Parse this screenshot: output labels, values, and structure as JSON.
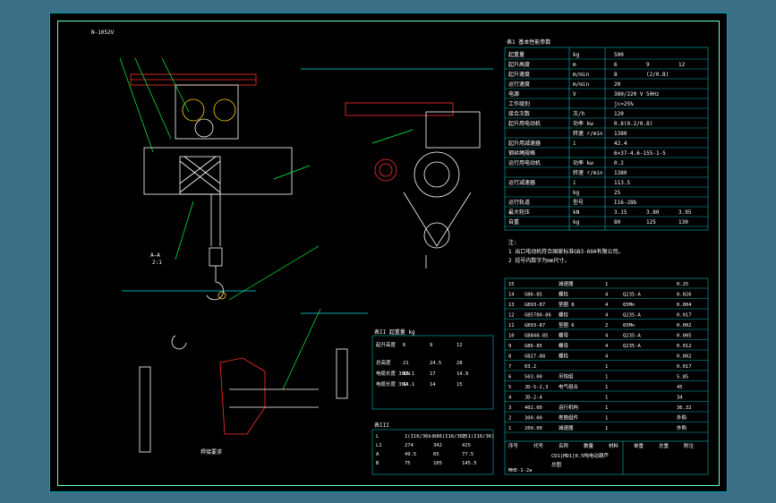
{
  "drawing_code": "N-1052V",
  "spec_table": {
    "title": "表1 基本性能参数",
    "rows": [
      [
        "起重量",
        "kg",
        "500"
      ],
      [
        "起升高度",
        "m",
        "6",
        "9",
        "12"
      ],
      [
        "起升速度",
        "m/min",
        "8",
        "(2/0.8)"
      ],
      [
        "运行速度",
        "m/min",
        "20"
      ],
      [
        "电源",
        "V",
        "380/220 V",
        "50Hz"
      ],
      [
        "工作级别",
        "",
        "jc=25%"
      ],
      [
        "接合次数",
        "次/h",
        "120"
      ],
      [
        "起升用电动机",
        "功率 kw",
        "0.8(0.2/0.8)"
      ],
      [
        "",
        "转速 r/min",
        "1380"
      ],
      [
        "起升用减速器",
        "i",
        "42.4"
      ],
      [
        "钢丝绳规格",
        "",
        "6×37-4.6-155-1-5"
      ],
      [
        "运行用电动机",
        "功率 kw",
        "0.2"
      ],
      [
        "",
        "转速 r/min",
        "1380"
      ],
      [
        "运行减速器",
        "i",
        "113.5"
      ],
      [
        "",
        "kg",
        "25"
      ],
      [
        "运行轨道",
        "型号",
        "I16-28b"
      ],
      [
        "最大轮压",
        "kN",
        "3.15",
        "3.80",
        "3.95"
      ],
      [
        "自重",
        "kg",
        "80",
        "125",
        "130"
      ]
    ]
  },
  "notes": [
    "注:",
    "1 出口电动机符合国家标准GB3-60A有限公司。",
    "2 括号内数字为mm尺寸。"
  ],
  "parts_list": [
    [
      "15",
      "",
      "减速器",
      "1",
      "",
      "0.25"
    ],
    [
      "14",
      "GB6-85",
      "螺栓",
      "4",
      "Q235-A",
      "0.026"
    ],
    [
      "13",
      "GB93-87",
      "垫圈 8",
      "4",
      "65Mn",
      "0.004"
    ],
    [
      "12",
      "GB5780-86",
      "螺栓",
      "4",
      "Q235-A",
      "0.017"
    ],
    [
      "11",
      "GB93-87",
      "垫圈 6",
      "2",
      "65Mn",
      "0.002"
    ],
    [
      "10",
      "GB848-85",
      "螺母",
      "4",
      "Q235-A",
      "0.005"
    ],
    [
      "9",
      "GB6-85",
      "螺母",
      "4",
      "Q235-A",
      "0.012"
    ],
    [
      "8",
      "GB27-88",
      "螺栓",
      "4",
      "",
      "0.002"
    ],
    [
      "7",
      "03.2",
      "",
      "1",
      "",
      "0.017"
    ],
    [
      "6",
      "503.00",
      "吊钩组",
      "1",
      "",
      "5.85"
    ],
    [
      "5",
      "JD-S-2,3",
      "电气组合",
      "1",
      "",
      "45"
    ],
    [
      "4",
      "JD-2-4",
      "",
      "1",
      "",
      "34"
    ],
    [
      "3",
      "402.00",
      "运行机构",
      "1",
      "",
      "36.32"
    ],
    [
      "2",
      "300.00",
      "卷筒组件",
      "1",
      "",
      "外购"
    ],
    [
      "1",
      "200.00",
      "减速器",
      "1",
      "",
      "外购"
    ]
  ],
  "title_block": {
    "header": [
      "序号",
      "代号",
      "名称",
      "数量",
      "材料",
      "单重",
      "总重",
      "附注"
    ],
    "product": "CD1[MD1]0.5吨电动葫芦",
    "sheet_name": "总图",
    "code": "MHE-1-2a"
  },
  "small_table": {
    "title": "表II 起重量 kg",
    "headers": [
      "起升高度",
      "6",
      "9",
      "12"
    ],
    "rows": [
      [
        "总高度",
        "21",
        "24.5",
        "28"
      ],
      [
        "电缆长度 380V",
        "13.1",
        "17",
        "14.9"
      ],
      [
        "电缆长度 36V",
        "14.1",
        "14",
        "15"
      ]
    ]
  },
  "dim_table": {
    "title": "表III",
    "rows": [
      [
        "L",
        "1(I16/36b)",
        "686(I16/36)",
        "751(I16/36)"
      ],
      [
        "L1",
        "274",
        "342",
        "415"
      ],
      [
        "A",
        "49.5",
        "65",
        "77.5"
      ],
      [
        "B",
        "75",
        "105",
        "145.5"
      ]
    ]
  },
  "labels": {
    "section": "A—A",
    "scale": "2:1",
    "weld_note": "焊接要求"
  },
  "colors": {
    "frame": "#00a0b0",
    "table_lines": "#00e0e0",
    "hoist": "#ffffff",
    "accent": "#ff3030",
    "green": "#00ff40"
  }
}
